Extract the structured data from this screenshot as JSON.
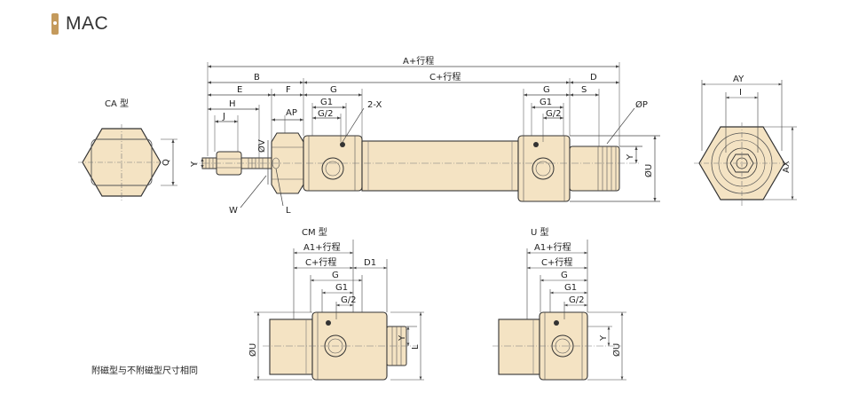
{
  "header": {
    "title": "MAC",
    "badge_color": "#c49a5c"
  },
  "colors": {
    "body_fill": "#f4e3c3",
    "line": "#333333",
    "dim": "#444444"
  },
  "views": {
    "main_labels": {
      "a_stroke": "A+行程",
      "b": "B",
      "c_stroke": "C+行程",
      "d": "D",
      "e": "E",
      "f": "F",
      "g_left": "G",
      "g_right": "G",
      "s": "S",
      "h": "H",
      "ap": "AP",
      "g1_left": "G1",
      "g2_left": "G/2",
      "x2": "2-X",
      "g1_right": "G1",
      "g2_right": "G/2",
      "op": "ØP",
      "j": "J",
      "ov": "ØV",
      "y_left": "Y",
      "w": "W",
      "l": "L",
      "y_right": "Y",
      "ou": "ØU"
    },
    "ca": {
      "label": "CA 型",
      "q": "Q"
    },
    "end": {
      "ay": "AY",
      "i": "I",
      "ax": "AX"
    },
    "cm": {
      "label": "CM 型",
      "a1_stroke": "A1+行程",
      "c_stroke": "C+行程",
      "d1": "D1",
      "g": "G",
      "g1": "G1",
      "g2": "G/2",
      "ou": "ØU",
      "y": "Y",
      "l": "L"
    },
    "u": {
      "label": "U 型",
      "a1_stroke": "A1+行程",
      "c_stroke": "C+行程",
      "g": "G",
      "g1": "G1",
      "g2": "G/2",
      "y": "Y",
      "ou": "ØU"
    }
  },
  "note": "附磁型与不附磁型尺寸相同"
}
